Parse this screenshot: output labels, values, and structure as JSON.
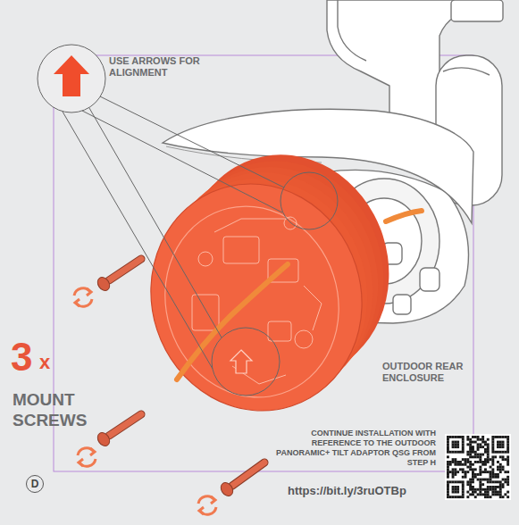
{
  "diagram": {
    "nodes": [
      {
        "text": [
          "D"
        ]
      }
    ],
    "labels": [
      "USE ARROWS FOR ALIGNMENT",
      "3",
      "x",
      "MOUNT SCREWS",
      "OUTDOOR REAR ENCLOSURE",
      "CONTINUE INSTALLATION WITH REFERENCE TO THE OUTDOOR PANORAMIC+ TILT ADAPTOR QSG FROM STEP H",
      "https://bit.ly/3ruOTBp"
    ]
  }
}
